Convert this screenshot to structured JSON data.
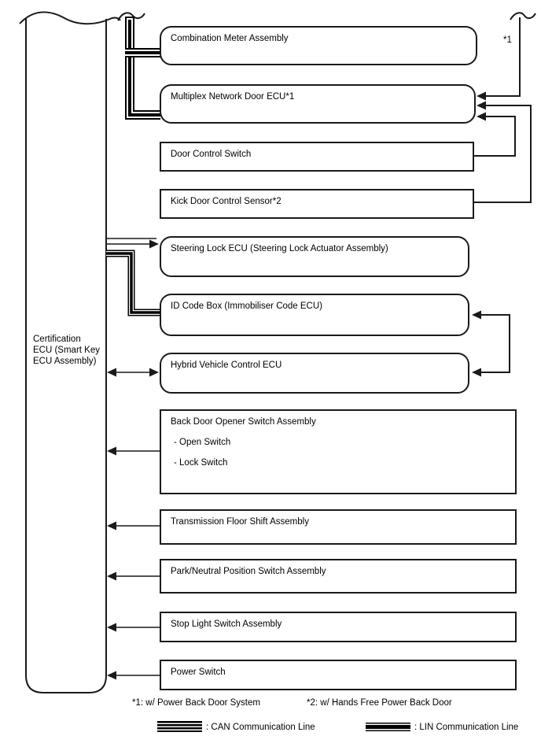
{
  "diagram": {
    "ecu": {
      "label": "Certification ECU (Smart Key ECU Assembly)"
    },
    "nodes": [
      {
        "id": "combination-meter",
        "label": "Combination Meter Assembly",
        "shape": "rounded"
      },
      {
        "id": "multiplex-door-ecu",
        "label": "Multiplex Network Door ECU*1",
        "shape": "rounded"
      },
      {
        "id": "door-control-switch",
        "label": "Door Control Switch",
        "shape": "square"
      },
      {
        "id": "kick-door-sensor",
        "label": "Kick Door Control Sensor*2",
        "shape": "square"
      },
      {
        "id": "steering-lock-ecu",
        "label": "Steering Lock ECU (Steering Lock Actuator Assembly)",
        "shape": "rounded"
      },
      {
        "id": "id-code-box",
        "label": "ID Code Box (Immobiliser Code ECU)",
        "shape": "rounded"
      },
      {
        "id": "hybrid-vehicle-ecu",
        "label": "Hybrid Vehicle Control ECU",
        "shape": "rounded"
      },
      {
        "id": "back-door-opener-switch",
        "label": "Back Door Opener Switch Assembly",
        "sub": [
          "- Open Switch",
          "- Lock Switch"
        ],
        "shape": "square"
      },
      {
        "id": "transmission-floor-shift",
        "label": "Transmission Floor Shift Assembly",
        "shape": "square"
      },
      {
        "id": "park-neutral-switch",
        "label": "Park/Neutral Position Switch Assembly",
        "shape": "square"
      },
      {
        "id": "stop-light-switch",
        "label": "Stop Light Switch Assembly",
        "shape": "square"
      },
      {
        "id": "power-switch",
        "label": "Power Switch",
        "shape": "square"
      }
    ],
    "annotations": {
      "ref1": "*1"
    },
    "footnotes": {
      "f1": "*1: w/ Power Back Door System",
      "f2": "*2: w/ Hands Free Power Back Door"
    },
    "legend": {
      "can_label": ": CAN Communication Line",
      "lin_label": ": LIN Communication Line"
    },
    "colors": {
      "line": "#1a1a1a",
      "background": "#ffffff"
    }
  }
}
